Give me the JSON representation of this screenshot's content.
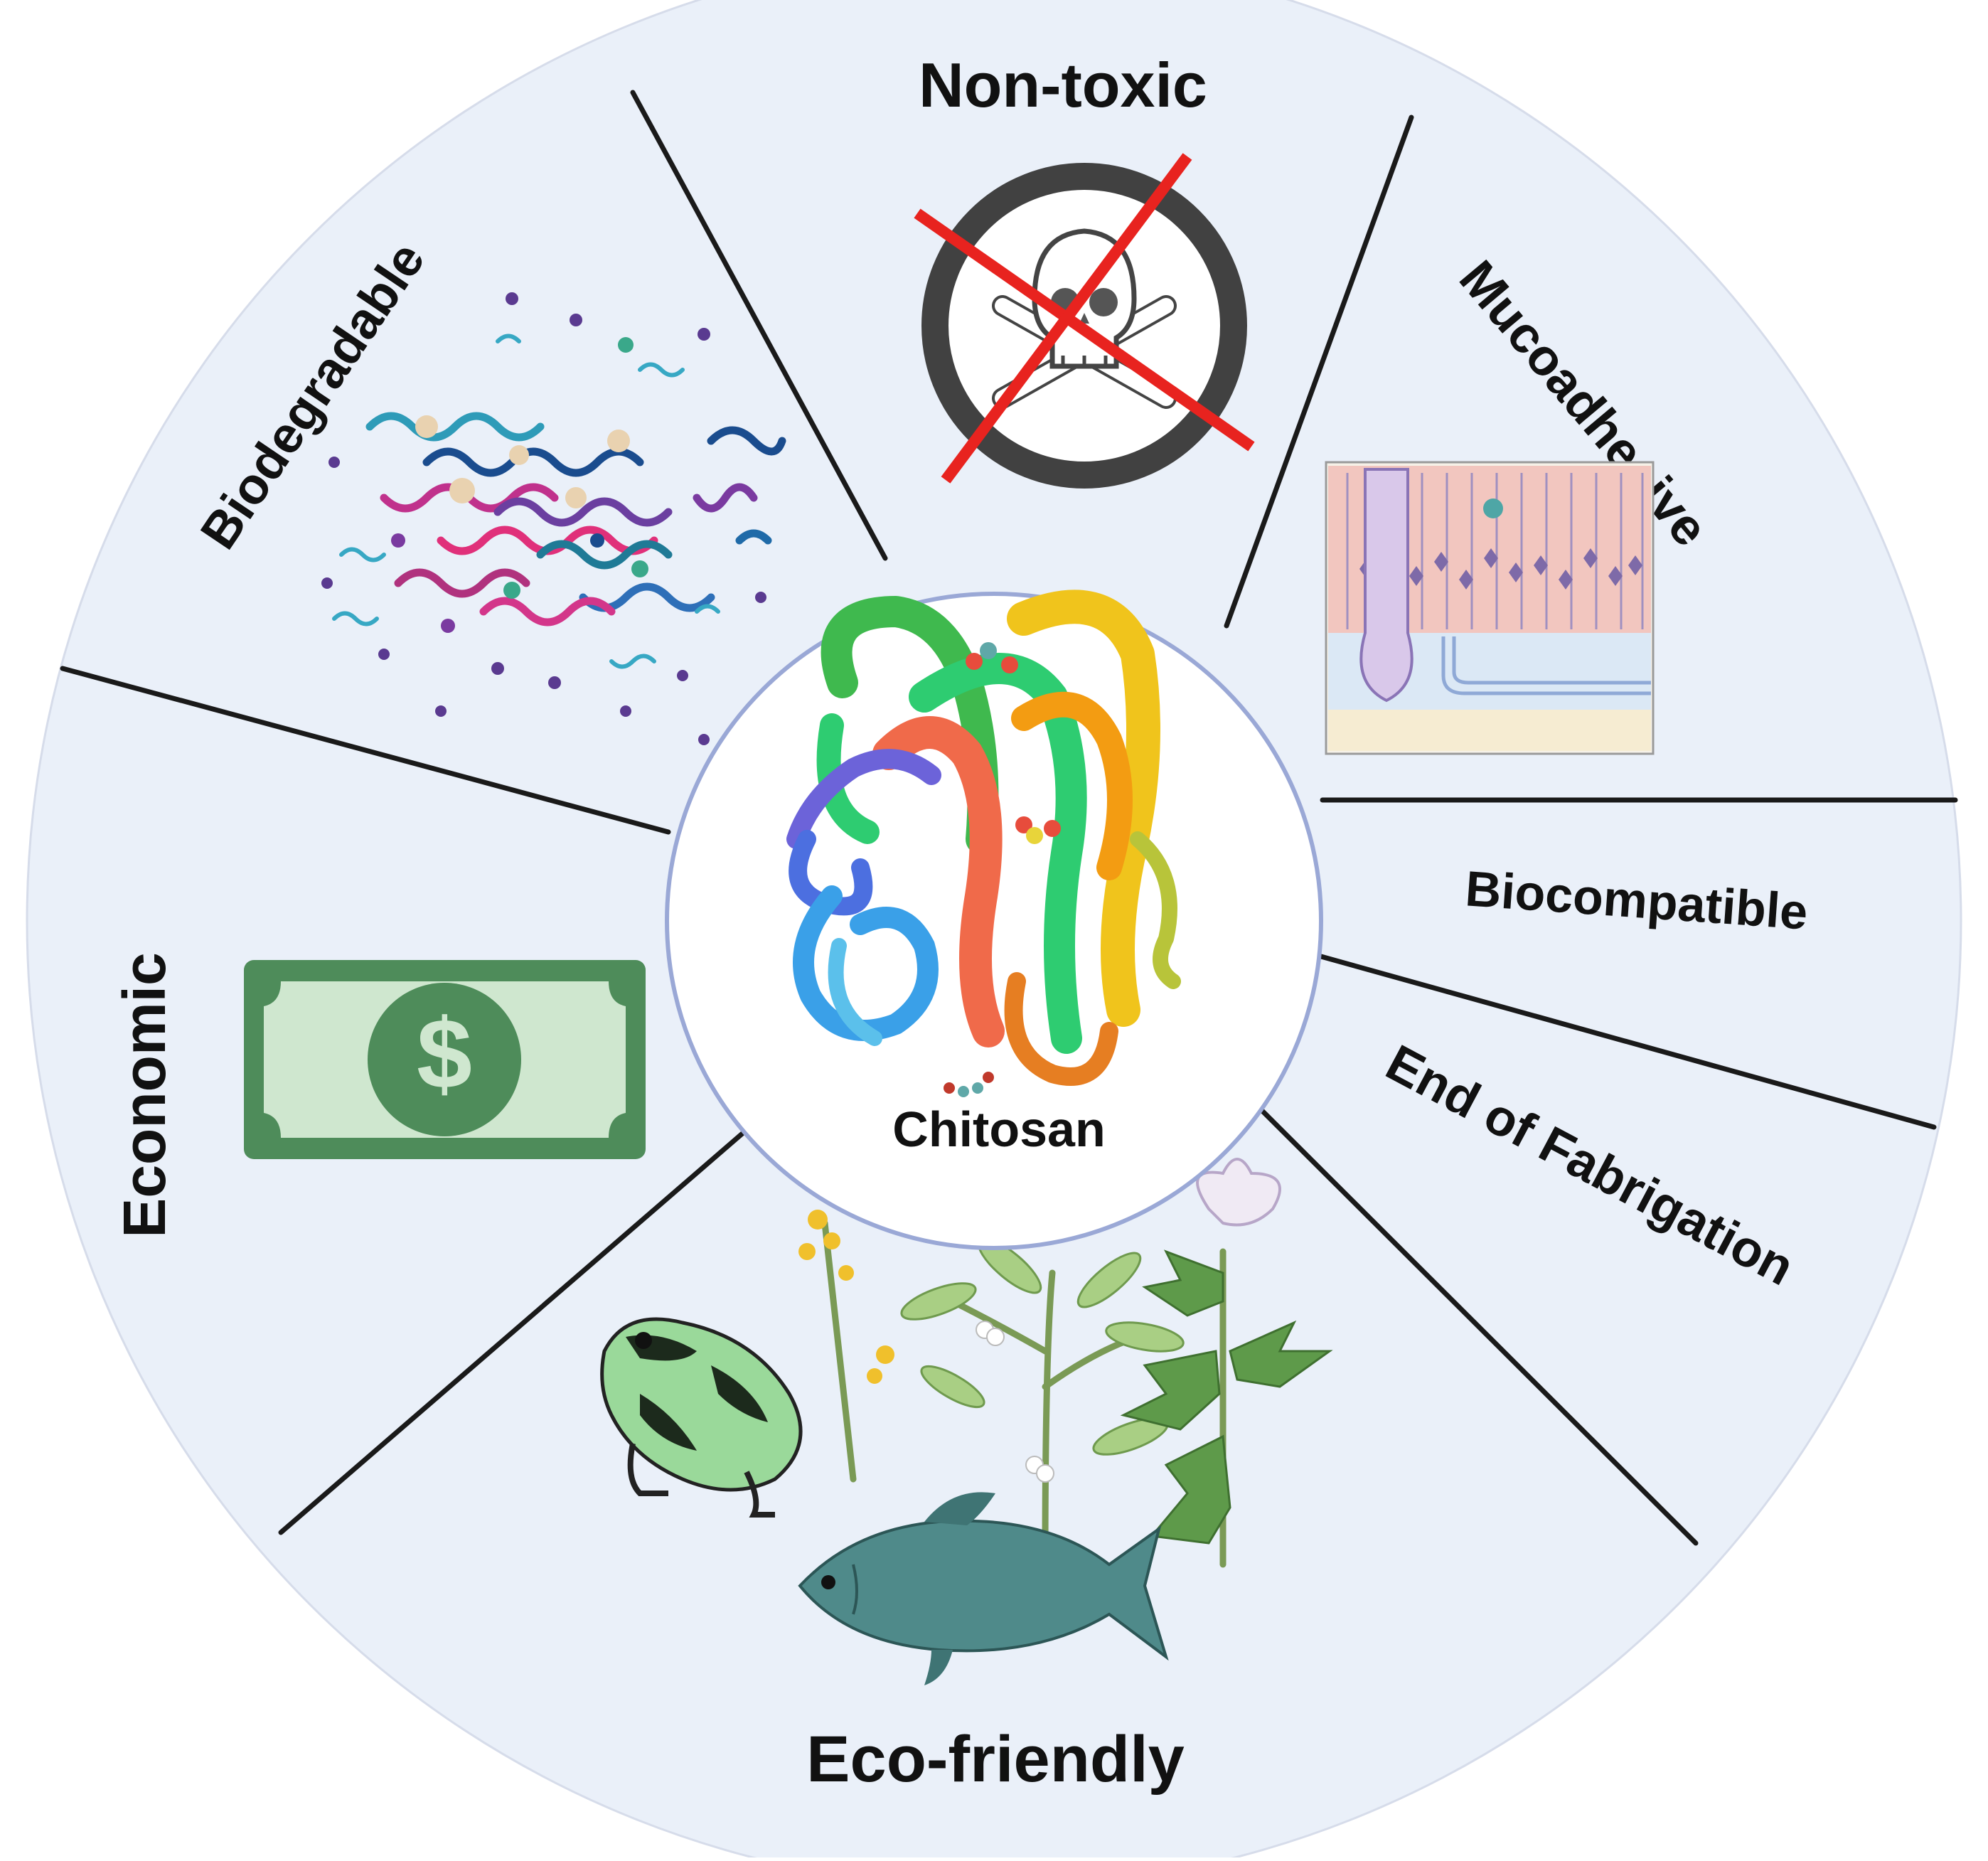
{
  "center": {
    "label": "Chitosan"
  },
  "segments": {
    "non_toxic": "Non-toxic",
    "mucoadhesive": "Mucoadhesive",
    "biocompatible": "Biocompatible",
    "end_of_fabrication": "End of Fabrigation",
    "eco_friendly": "Eco-friendly",
    "economic": "Economic",
    "biodegradable": "Biodegradable"
  },
  "icons": {
    "non_toxic": "skull-crossbones-crossed-out-icon",
    "mucoadhesive": "mucosa-tissue-icon",
    "economic": "dollar-bill-icon",
    "eco_friendly": "frog-plants-fish-icon",
    "biodegradable": "polymer-fragments-icon",
    "center": "protein-ribbon-icon"
  },
  "colors": {
    "wheel_fill": "#eaf0f9",
    "divider": "#1a1a1a",
    "center_ring": "#9aa8d6",
    "cross": "#e8231f",
    "bill": "#4e8c5a"
  }
}
